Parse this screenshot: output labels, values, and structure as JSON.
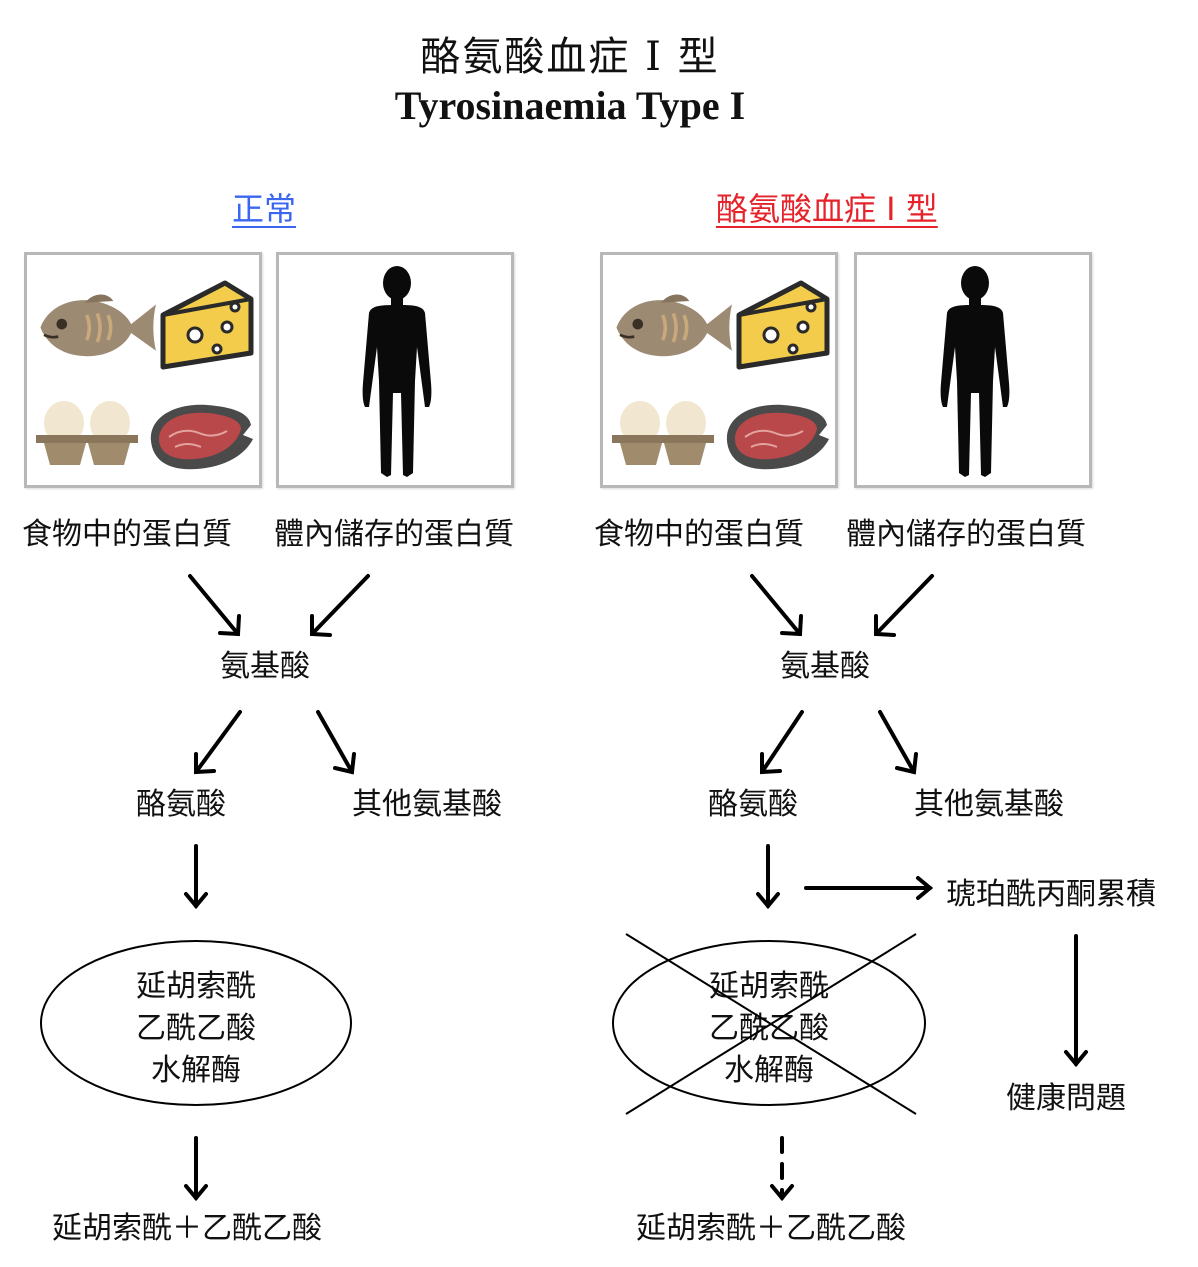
{
  "title": {
    "zh": "酪氨酸血症 I 型",
    "en": "Tyrosinaemia Type I"
  },
  "normal": {
    "heading": "正常",
    "food_label": "食物中的蛋白質",
    "body_label": "體內儲存的蛋白質",
    "amino_acid": "氨基酸",
    "tyrosine": "酪氨酸",
    "other_amino": "其他氨基酸",
    "enzyme": [
      "延胡索酰",
      "乙酰乙酸",
      "水解酶"
    ],
    "product": "延胡索酰＋乙酰乙酸"
  },
  "disease": {
    "heading": "酪氨酸血症 I 型",
    "food_label": "食物中的蛋白質",
    "body_label": "體內儲存的蛋白質",
    "amino_acid": "氨基酸",
    "tyrosine": "酪氨酸",
    "other_amino": "其他氨基酸",
    "enzyme": [
      "延胡索酰",
      "乙酰乙酸",
      "水解酶"
    ],
    "product": "延胡索酰＋乙酰乙酸",
    "accumulation": "琥珀酰丙酮累積",
    "health": "健康問題"
  },
  "icons": {
    "food_panel": [
      "fish-icon",
      "cheese-icon",
      "eggs-icon",
      "steak-icon"
    ],
    "body_panel": "human-silhouette-icon"
  },
  "colors": {
    "normal_heading": "#3a66f0",
    "disease_heading": "#e5232a"
  }
}
